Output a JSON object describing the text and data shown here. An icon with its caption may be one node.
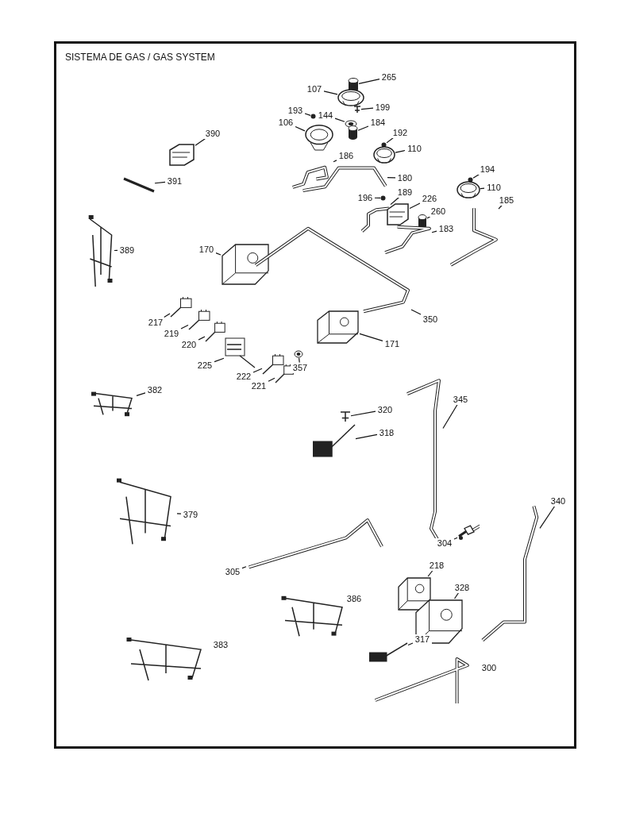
{
  "diagram": {
    "title": "SISTEMA DE GAS / GAS SYSTEM",
    "nodes": [
      {
        "text": [
          "265"
        ]
      },
      {
        "text": [],
        "shape": "cylinder"
      },
      {
        "text": [
          "107"
        ]
      },
      {
        "text": [],
        "shape": "picture"
      },
      {
        "text": [
          "199"
        ]
      },
      {
        "text": [],
        "shape": "picture"
      },
      {
        "text": [
          "193"
        ]
      },
      {
        "text": [],
        "shape": "circle"
      },
      {
        "text": [
          "144"
        ]
      },
      {
        "text": [],
        "shape": "picture"
      },
      {
        "text": [
          "184"
        ]
      },
      {
        "text": [],
        "shape": "cylinder"
      },
      {
        "text": [
          "106"
        ]
      },
      {
        "text": [],
        "shape": "picture"
      },
      {
        "text": [
          "192"
        ]
      },
      {
        "text": [],
        "shape": "circle"
      },
      {
        "text": [
          "110"
        ]
      },
      {
        "text": [],
        "shape": "picture"
      },
      {
        "text": [
          "390"
        ]
      },
      {
        "text": [],
        "shape": "picture"
      },
      {
        "text": [
          "186"
        ]
      },
      {
        "text": [],
        "shape": "picture"
      },
      {
        "text": [
          "180"
        ]
      },
      {
        "text": [],
        "shape": "picture"
      },
      {
        "text": [
          "391"
        ]
      },
      {
        "text": [],
        "shape": "picture"
      },
      {
        "text": [
          "194"
        ]
      },
      {
        "text": [],
        "shape": "circle"
      },
      {
        "text": [
          "110"
        ]
      },
      {
        "text": [],
        "shape": "picture"
      },
      {
        "text": [
          "196"
        ]
      },
      {
        "text": [],
        "shape": "circle"
      },
      {
        "text": [
          "189"
        ]
      },
      {
        "text": [],
        "shape": "picture"
      },
      {
        "text": [
          "226"
        ]
      },
      {
        "text": [],
        "shape": "picture"
      },
      {
        "text": [
          "260"
        ]
      },
      {
        "text": [],
        "shape": "cylinder"
      },
      {
        "text": [
          "183"
        ]
      },
      {
        "text": [],
        "shape": "picture"
      },
      {
        "text": [
          "185"
        ]
      },
      {
        "text": [],
        "shape": "picture"
      },
      {
        "text": [
          "389"
        ]
      },
      {
        "text": [],
        "shape": "picture"
      },
      {
        "text": [
          "170"
        ]
      },
      {
        "text": [],
        "shape": "picture"
      },
      {
        "text": [
          "350"
        ]
      },
      {
        "text": [],
        "shape": "picture"
      },
      {
        "text": [
          "171"
        ]
      },
      {
        "text": [],
        "shape": "picture"
      },
      {
        "text": [
          "217"
        ]
      },
      {
        "text": [],
        "shape": "picture"
      },
      {
        "text": [
          "219"
        ]
      },
      {
        "text": [],
        "shape": "picture"
      },
      {
        "text": [
          "220"
        ]
      },
      {
        "text": [],
        "shape": "picture"
      },
      {
        "text": [
          "225"
        ]
      },
      {
        "text": [],
        "shape": "picture"
      },
      {
        "text": [
          "222"
        ]
      },
      {
        "text": [],
        "shape": "picture"
      },
      {
        "text": [
          "221"
        ]
      },
      {
        "text": [],
        "shape": "picture"
      },
      {
        "text": [
          "357"
        ]
      },
      {
        "text": [],
        "shape": "picture"
      },
      {
        "text": [
          "382"
        ]
      },
      {
        "text": [],
        "shape": "picture"
      },
      {
        "text": [
          "345"
        ]
      },
      {
        "text": [],
        "shape": "picture"
      },
      {
        "text": [
          "320"
        ]
      },
      {
        "text": [],
        "shape": "picture"
      },
      {
        "text": [
          "318"
        ]
      },
      {
        "text": [],
        "shape": "picture"
      },
      {
        "text": [
          "379"
        ]
      },
      {
        "text": [],
        "shape": "picture"
      },
      {
        "text": [
          "340"
        ]
      },
      {
        "text": [],
        "shape": "picture"
      },
      {
        "text": [
          "304"
        ]
      },
      {
        "text": [],
        "shape": "picture"
      },
      {
        "text": [
          "305"
        ]
      },
      {
        "text": [],
        "shape": "picture"
      },
      {
        "text": [
          "218"
        ]
      },
      {
        "text": [],
        "shape": "picture"
      },
      {
        "text": [
          "328"
        ]
      },
      {
        "text": [],
        "shape": "picture"
      },
      {
        "text": [
          "386"
        ]
      },
      {
        "text": [],
        "shape": "picture"
      },
      {
        "text": [
          "317"
        ]
      },
      {
        "text": [],
        "shape": "picture"
      },
      {
        "text": [
          "383"
        ]
      },
      {
        "text": [],
        "shape": "picture"
      },
      {
        "text": [
          "300"
        ]
      },
      {
        "text": [],
        "shape": "picture"
      }
    ],
    "edges": [
      {
        "from": 0,
        "to": 1,
        "arrow": "none"
      },
      {
        "from": 2,
        "to": 3,
        "arrow": "none"
      },
      {
        "from": 4,
        "to": 5,
        "arrow": "none"
      },
      {
        "from": 6,
        "to": 7,
        "arrow": "none"
      },
      {
        "from": 8,
        "to": 9,
        "arrow": "none"
      },
      {
        "from": 10,
        "to": 11,
        "arrow": "none"
      },
      {
        "from": 12,
        "to": 13,
        "arrow": "none"
      },
      {
        "from": 14,
        "to": 15,
        "arrow": "none"
      },
      {
        "from": 16,
        "to": 17,
        "arrow": "none"
      },
      {
        "from": 18,
        "to": 19,
        "arrow": "none"
      },
      {
        "from": 20,
        "to": 21,
        "arrow": "none"
      },
      {
        "from": 22,
        "to": 23,
        "arrow": "none"
      },
      {
        "from": 24,
        "to": 25,
        "arrow": "none"
      },
      {
        "from": 26,
        "to": 27,
        "arrow": "none"
      },
      {
        "from": 28,
        "to": 29,
        "arrow": "none"
      },
      {
        "from": 30,
        "to": 31,
        "arrow": "none"
      },
      {
        "from": 32,
        "to": 33,
        "arrow": "none"
      },
      {
        "from": 34,
        "to": 35,
        "arrow": "none"
      },
      {
        "from": 36,
        "to": 37,
        "arrow": "none"
      },
      {
        "from": 38,
        "to": 39,
        "arrow": "none"
      },
      {
        "from": 40,
        "to": 41,
        "arrow": "none"
      },
      {
        "from": 42,
        "to": 43,
        "arrow": "none"
      },
      {
        "from": 44,
        "to": 45,
        "arrow": "none"
      },
      {
        "from": 46,
        "to": 47,
        "arrow": "none"
      },
      {
        "from": 48,
        "to": 49,
        "arrow": "none"
      },
      {
        "from": 50,
        "to": 51,
        "arrow": "none"
      },
      {
        "from": 52,
        "to": 53,
        "arrow": "none"
      },
      {
        "from": 54,
        "to": 55,
        "arrow": "none"
      },
      {
        "from": 56,
        "to": 57,
        "arrow": "none"
      },
      {
        "from": 58,
        "to": 59,
        "arrow": "none"
      },
      {
        "from": 60,
        "to": 61,
        "arrow": "none"
      },
      {
        "from": 62,
        "to": 63,
        "arrow": "none"
      },
      {
        "from": 64,
        "to": 65,
        "arrow": "none"
      },
      {
        "from": 66,
        "to": 67,
        "arrow": "none"
      },
      {
        "from": 68,
        "to": 69,
        "arrow": "none"
      },
      {
        "from": 70,
        "to": 71,
        "arrow": "none"
      },
      {
        "from": 72,
        "to": 73,
        "arrow": "none"
      },
      {
        "from": 74,
        "to": 75,
        "arrow": "none"
      },
      {
        "from": 76,
        "to": 77,
        "arrow": "none"
      },
      {
        "from": 78,
        "to": 79,
        "arrow": "none"
      },
      {
        "from": 80,
        "to": 81,
        "arrow": "none"
      },
      {
        "from": 82,
        "to": 83,
        "arrow": "none"
      },
      {
        "from": 84,
        "to": 85,
        "arrow": "none"
      },
      {
        "from": 86,
        "to": 87,
        "arrow": "none"
      }
    ]
  }
}
